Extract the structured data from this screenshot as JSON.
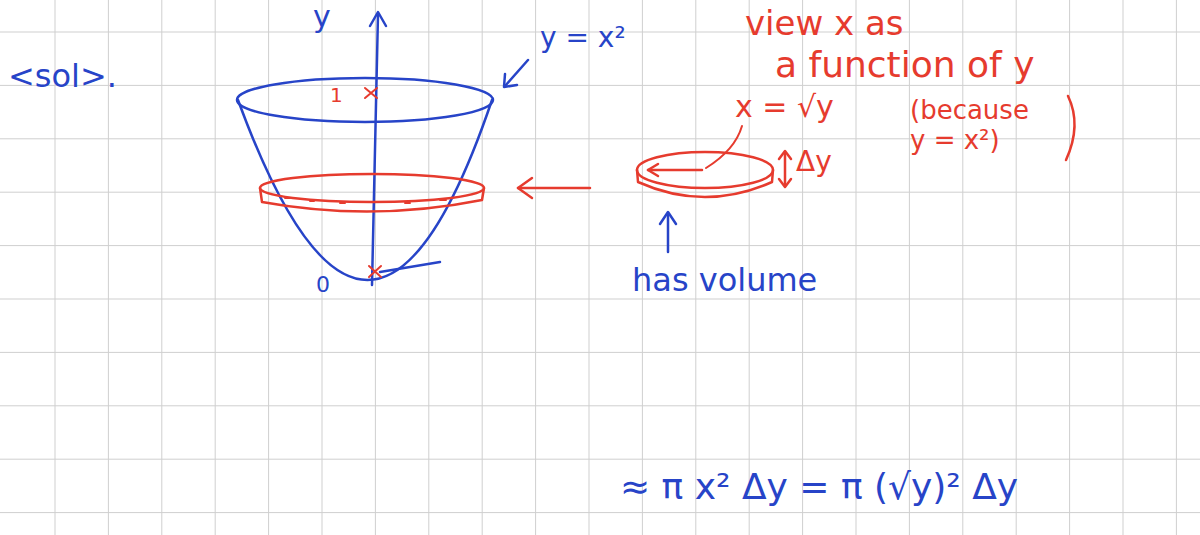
{
  "diagram": {
    "labels": [
      "<sol>.",
      "y",
      "1",
      "y = x²",
      "0",
      "view x as",
      "a function of y",
      "x = √y",
      "(because y = x²)",
      "Δy",
      "has volume",
      "≈ π x² Δy = π (√y)² Δy"
    ]
  }
}
